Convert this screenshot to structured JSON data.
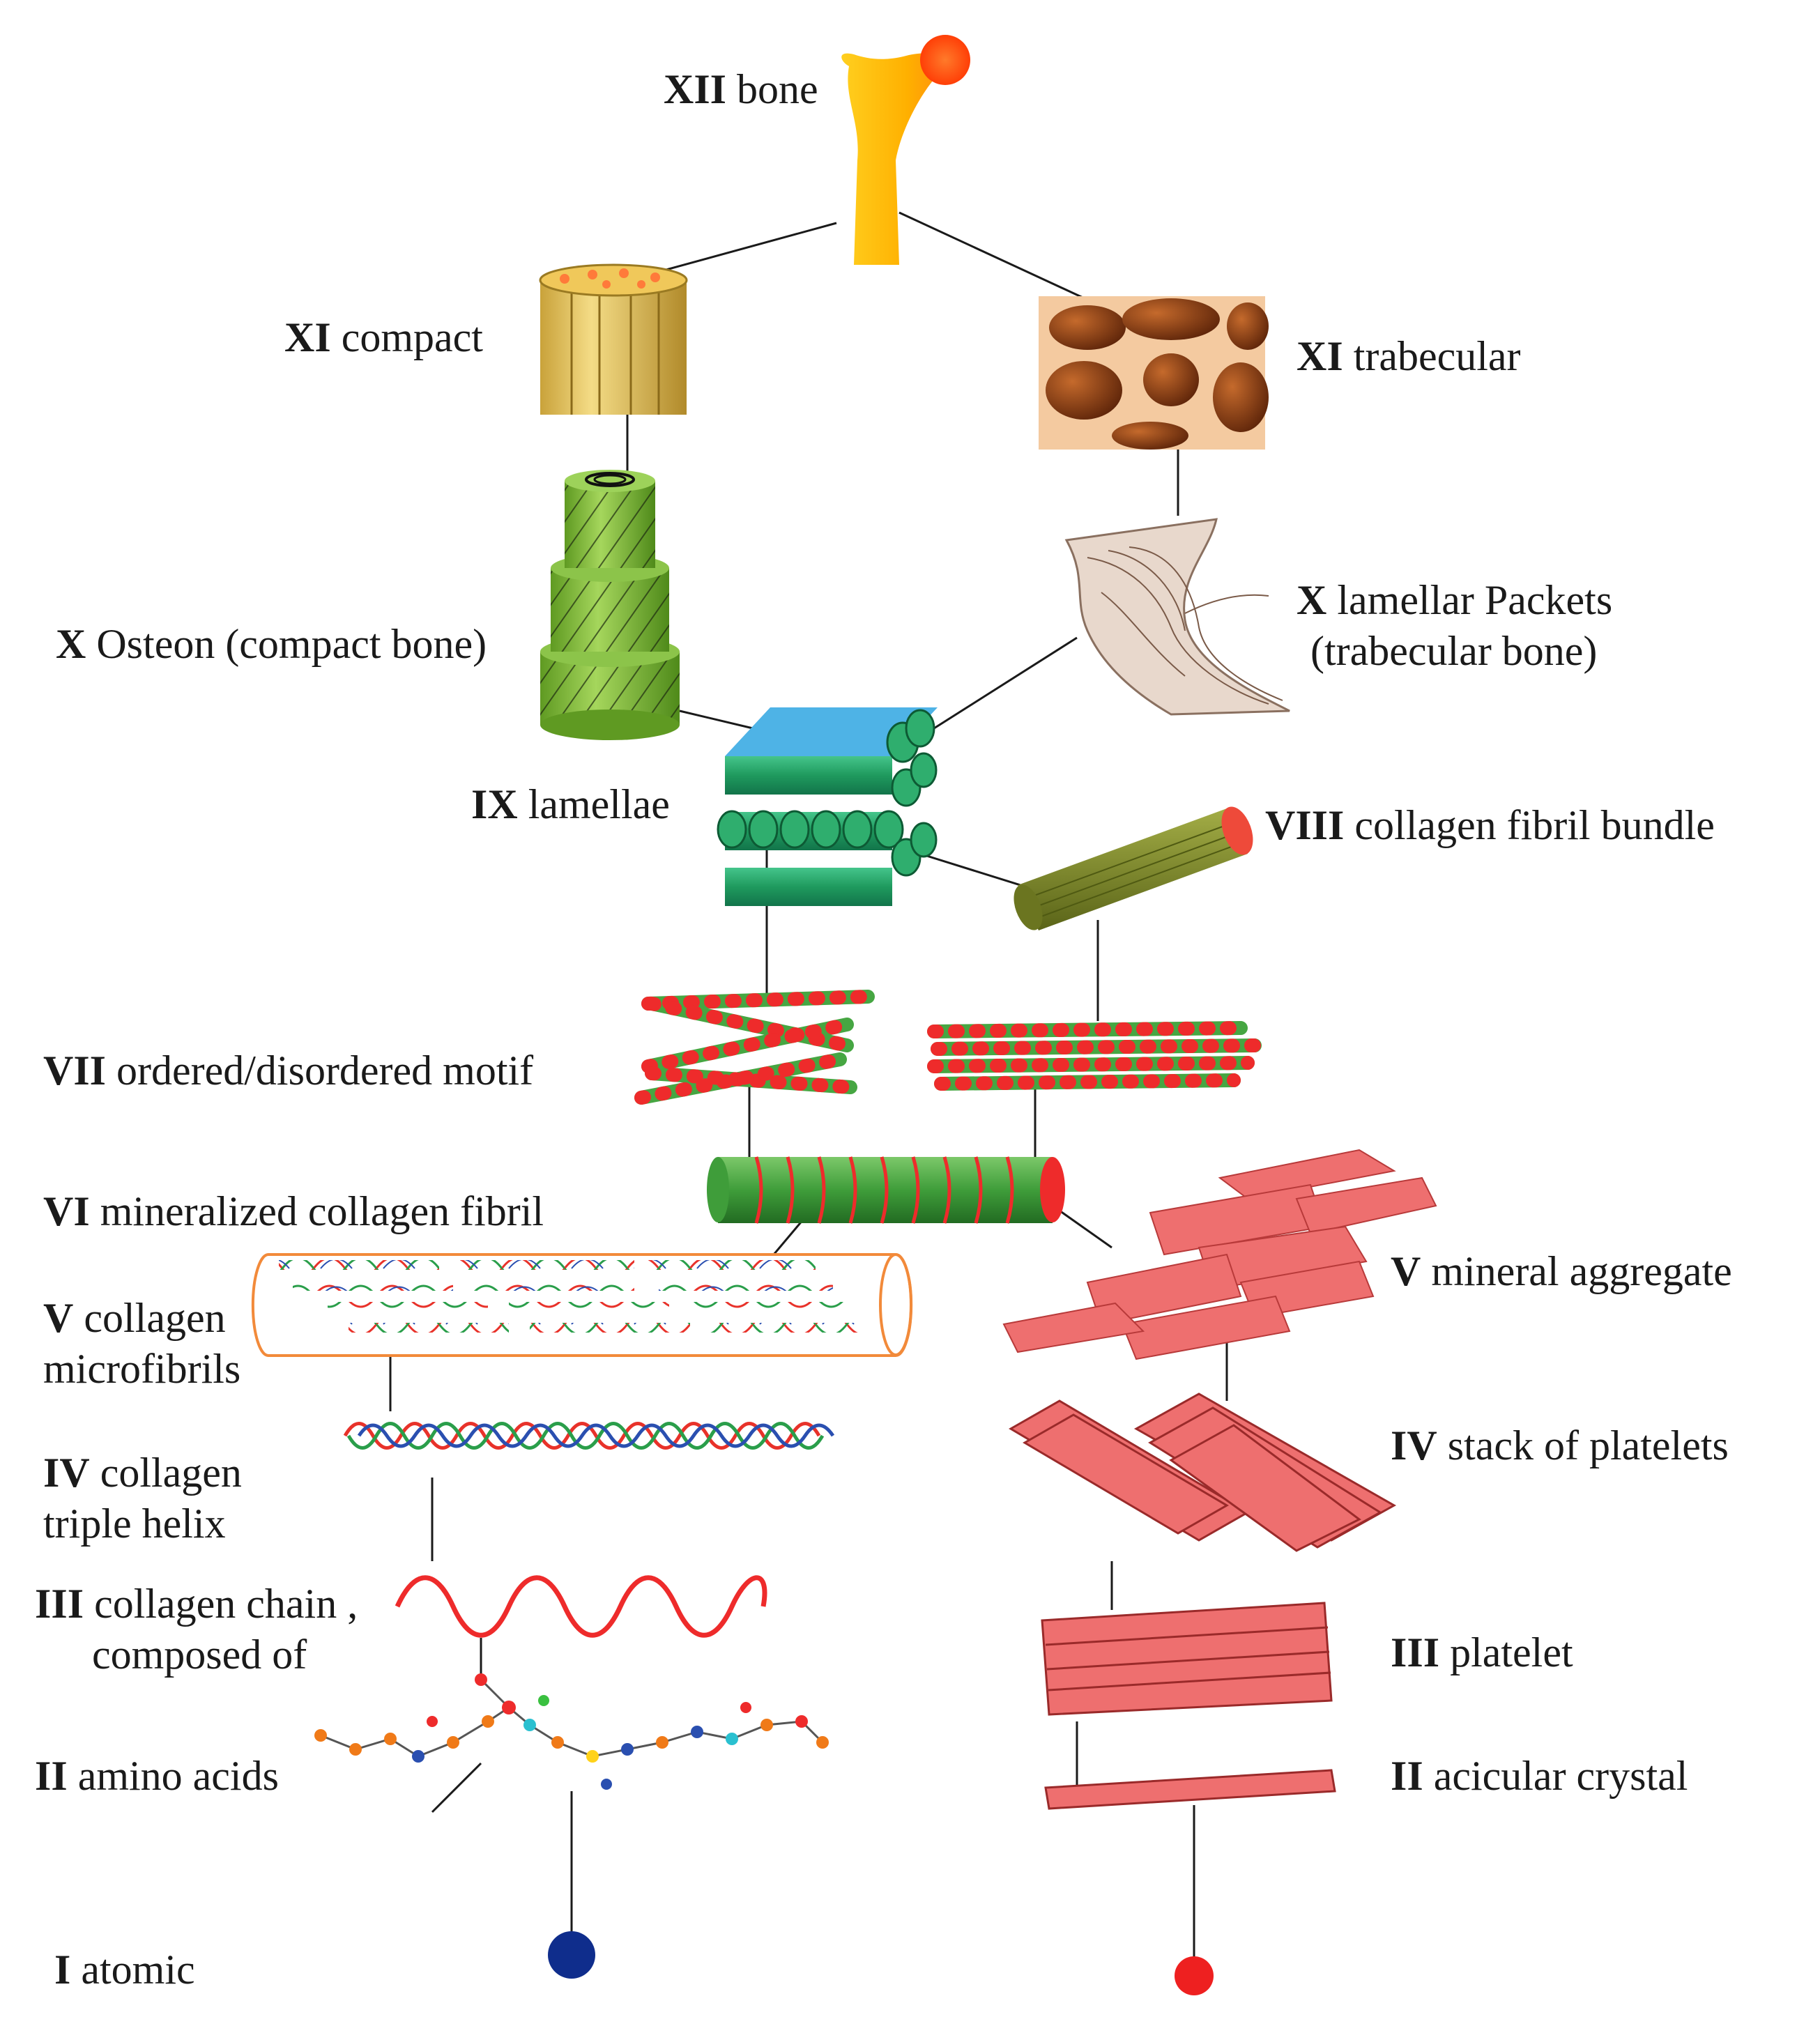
{
  "levels": {
    "xii_bone": {
      "numeral": "XII",
      "name": "bone"
    },
    "xi_compact": {
      "numeral": "XI",
      "name": "compact"
    },
    "xi_trab": {
      "numeral": "XI",
      "name": "trabecular"
    },
    "x_osteon": {
      "numeral": "X",
      "name": "Osteon (compact bone)"
    },
    "x_lamellar": {
      "numeral": "X",
      "name": "lamellar Packets",
      "name2": "(trabecular bone)"
    },
    "ix": {
      "numeral": "IX",
      "name": "lamellae"
    },
    "viii": {
      "numeral": "VIII",
      "name": "collagen fibril bundle"
    },
    "vii": {
      "numeral": "VII",
      "name": "ordered/disordered motif"
    },
    "vi": {
      "numeral": "VI",
      "name": "mineralized collagen fibril"
    },
    "v_coll": {
      "numeral": "V",
      "name": "collagen",
      "name2": "microfibrils"
    },
    "v_min": {
      "numeral": "V",
      "name": "mineral aggregate"
    },
    "iv_coll": {
      "numeral": "IV",
      "name": "collagen",
      "name2": "triple helix"
    },
    "iv_stack": {
      "numeral": "IV",
      "name": "stack of platelets"
    },
    "iii_chain": {
      "numeral": "III",
      "name": "collagen chain ,",
      "name2": "composed of"
    },
    "iii_plate": {
      "numeral": "III",
      "name": "platelet"
    },
    "ii_amino": {
      "numeral": "II",
      "name": "amino acids"
    },
    "ii_acic": {
      "numeral": "II",
      "name": "acicular crystal"
    },
    "i_atomic": {
      "numeral": "I",
      "name": "atomic"
    }
  },
  "colors": {
    "bone": "#ffb800",
    "bone_tip": "#ff5a1a",
    "compact": "#e9c85a",
    "trabecular": "#f2c79a",
    "osteon": "#86c23a",
    "lamellae_top": "#4eb3e6",
    "lamellae_side": "#2faf74",
    "fibril_green": "#46a642",
    "fibril_red": "#ee2b2b",
    "bundle": "#7d8a2c",
    "mineral": "#ee6f6f",
    "helix_red": "#e8322a",
    "helix_green": "#2a9e4a",
    "helix_blue": "#2a4fb0",
    "atom_blue": "#0f2d8c",
    "atom_red": "#ee2020",
    "connector": "#1a1a1a"
  }
}
